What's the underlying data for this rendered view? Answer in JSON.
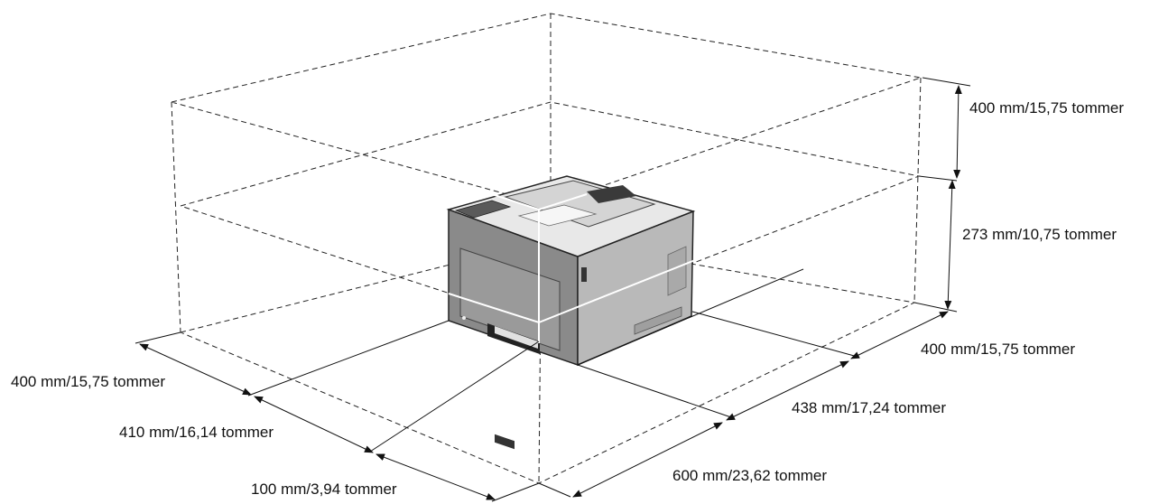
{
  "dimensions": {
    "top_clearance": "400 mm/15,75 tommer",
    "printer_height": "273 mm/10,75 tommer",
    "right_side_clearance": "400 mm/15,75 tommer",
    "printer_width": "438 mm/17,24 tommer",
    "front_clearance": "600 mm/23,62 tommer",
    "left_side_clearance": "400 mm/15,75 tommer",
    "printer_depth": "410 mm/16,14 tommer",
    "rear_clearance": "100 mm/3,94 tommer"
  },
  "colors": {
    "printer_top": "#e8e8e8",
    "printer_front": "#8a8a8a",
    "printer_side": "#b9b9b9",
    "lines": "#222222"
  }
}
